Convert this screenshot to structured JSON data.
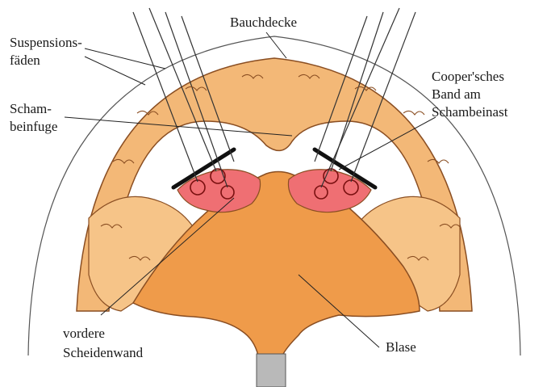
{
  "labels": {
    "bauchdecke": "Bauchdecke",
    "suspension_line1": "Suspensions-",
    "suspension_line2": "fäden",
    "scham_line1": "Scham-",
    "scham_line2": "beinfuge",
    "cooper_line1": "Cooper'sches",
    "cooper_line2": "Band am",
    "cooper_line3": "Schambeinast",
    "vordere_line1": "vordere",
    "vordere_line2": "Scheidenwand",
    "blase": "Blase"
  },
  "colors": {
    "abdominal_wall": "#f3b877",
    "fat_tissue": "#f6c488",
    "bladder": "#ef9b4a",
    "bone": "#ef6f73",
    "outline": "#8a4e22",
    "catheter": "#b9b9b9"
  }
}
